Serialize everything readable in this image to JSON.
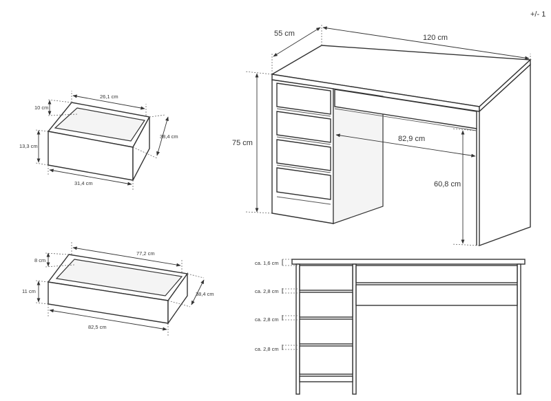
{
  "tolerance": "+/- 1",
  "desk": {
    "depth": "55 cm",
    "width": "120 cm",
    "height": "75 cm",
    "knee_width": "82,9 cm",
    "knee_height": "60,8 cm"
  },
  "small_drawer": {
    "inner_width": "26,1 cm",
    "inner_height": "10 cm",
    "outer_height": "13,3 cm",
    "depth": "38,4 cm",
    "outer_width": "31,4 cm"
  },
  "wide_drawer": {
    "inner_width": "77,2 cm",
    "inner_height": "8 cm",
    "outer_height": "11 cm",
    "depth": "38,4 cm",
    "outer_width": "82,5 cm"
  },
  "front_view": {
    "gap_top": "ca. 1,6 cm",
    "gap_1": "ca. 2,8 cm",
    "gap_2": "ca. 2,8 cm",
    "gap_3": "ca. 2,8 cm"
  }
}
